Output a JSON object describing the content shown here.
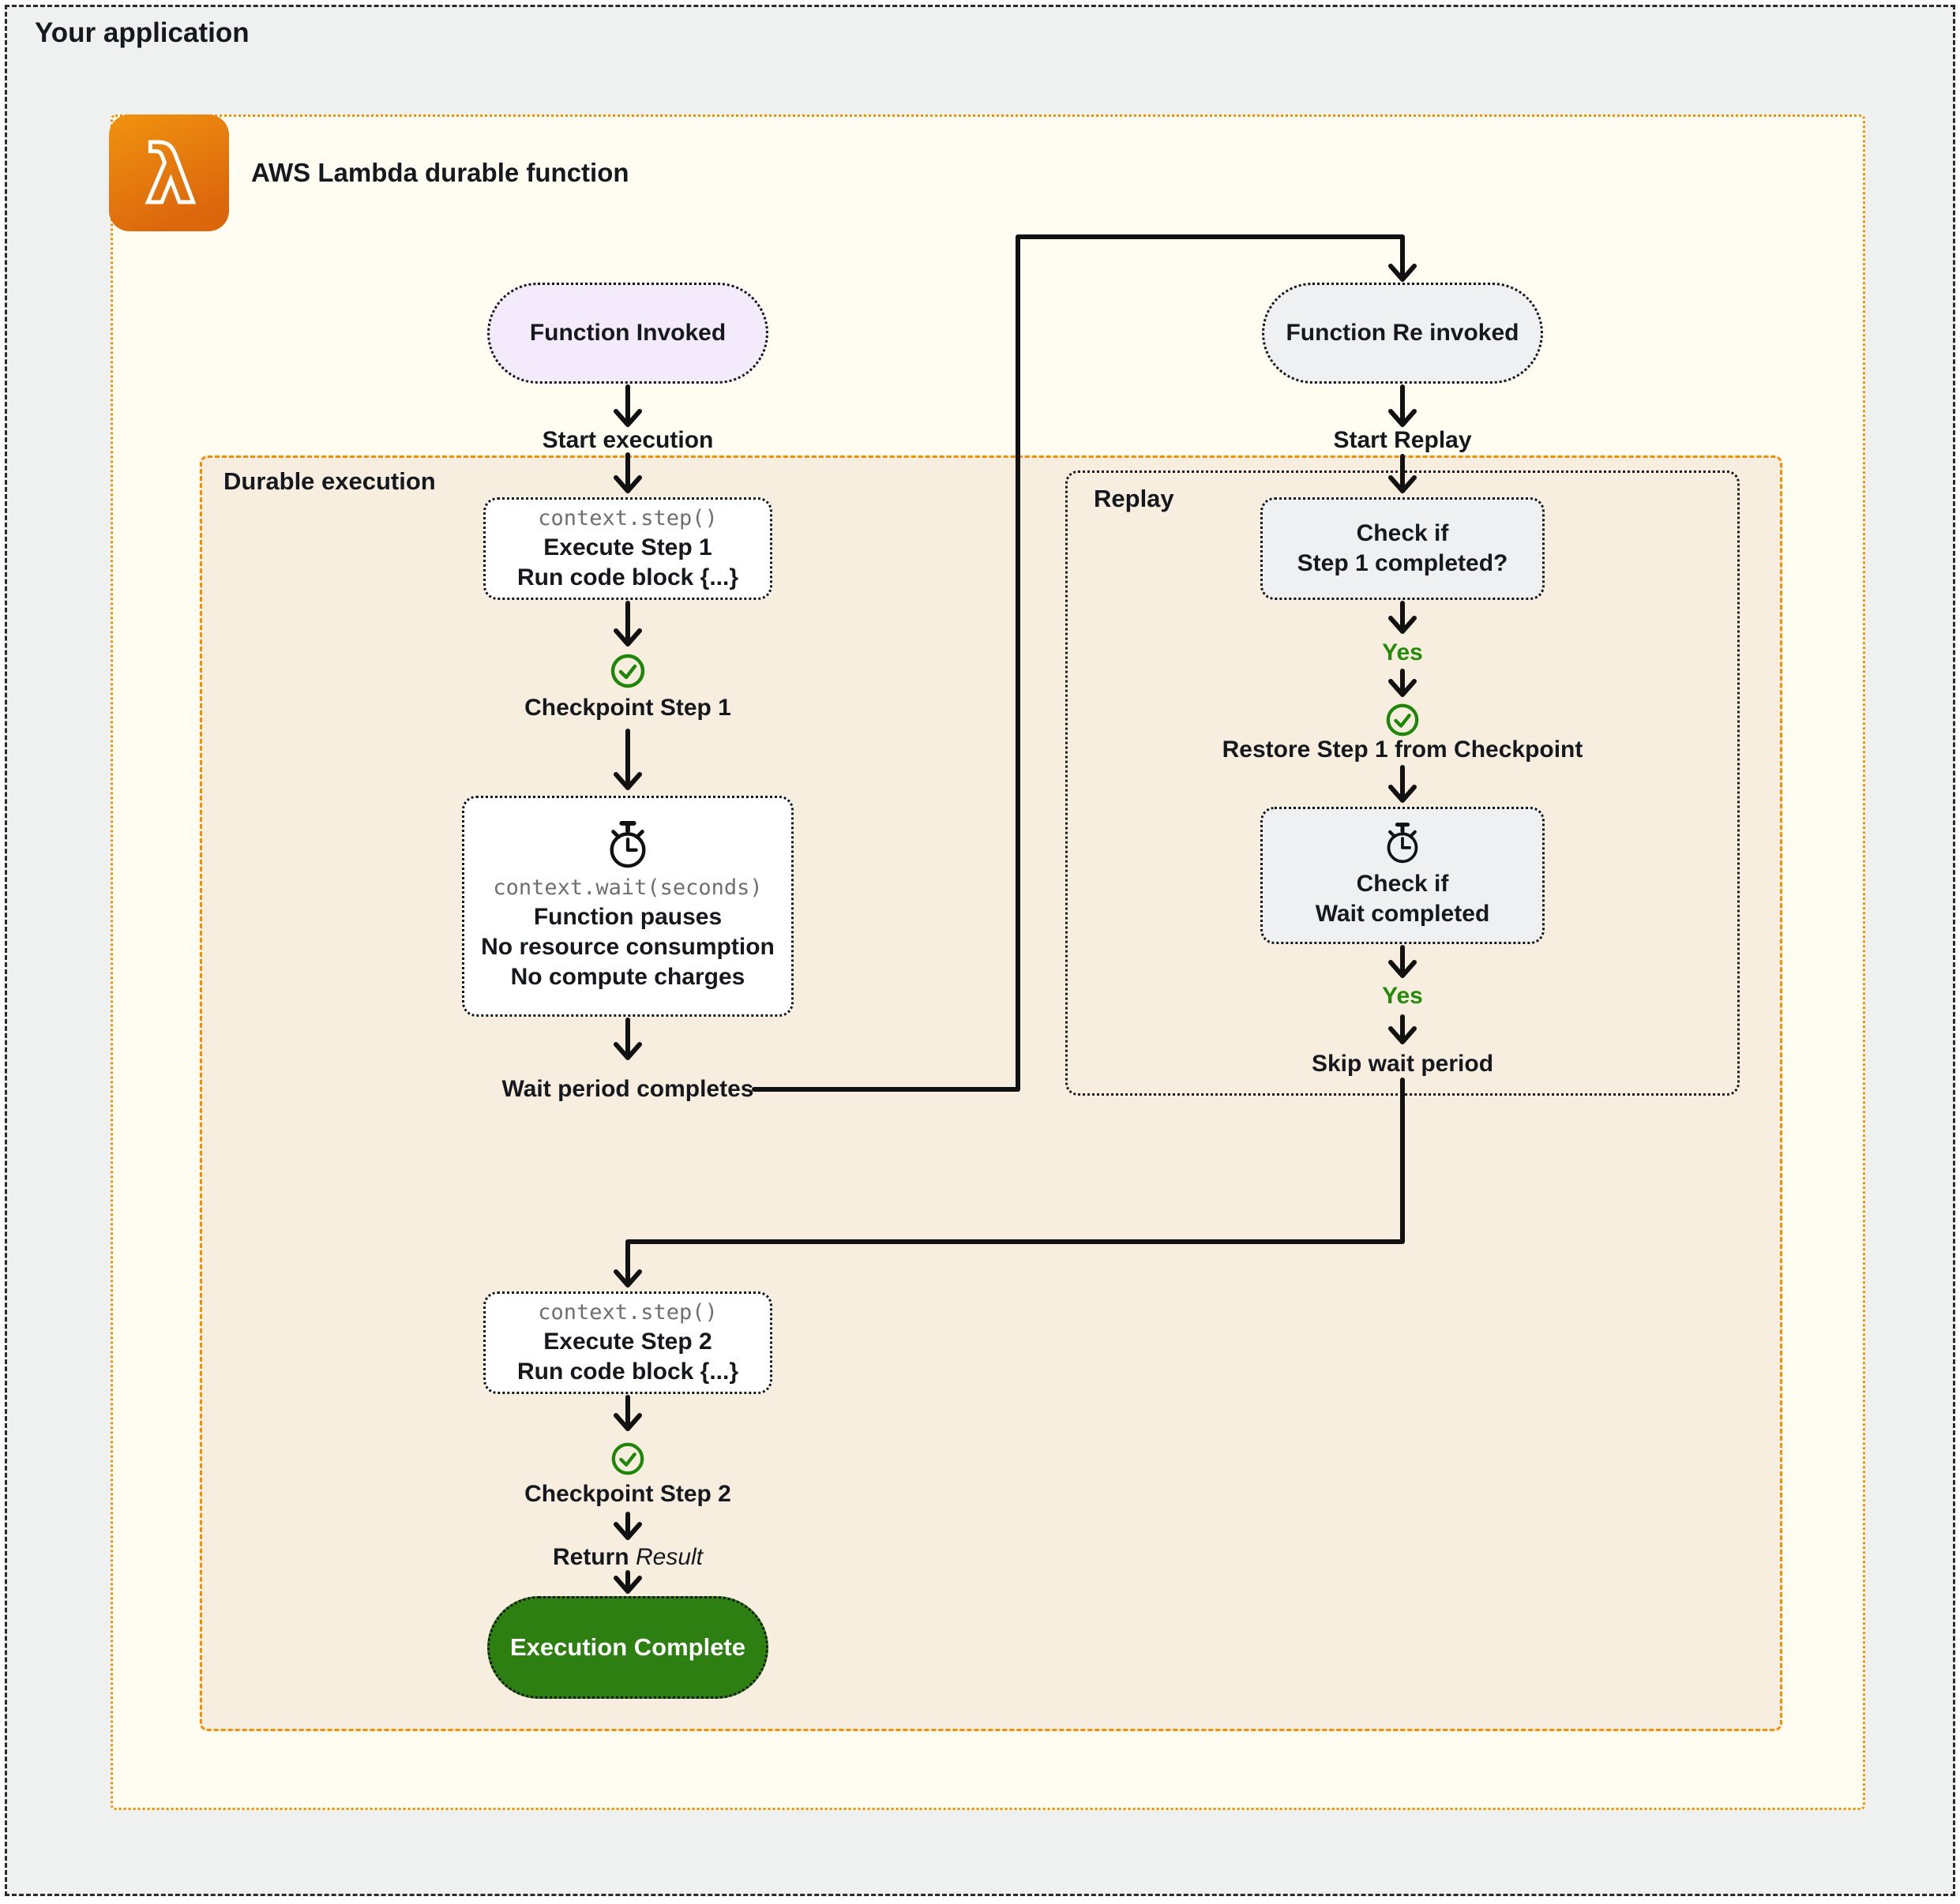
{
  "app": {
    "label": "Your application",
    "lambda_title": "AWS Lambda durable function"
  },
  "sections": {
    "durable": "Durable execution",
    "replay": "Replay"
  },
  "left_flow": {
    "function_invoked": "Function Invoked",
    "start_execution": "Start execution",
    "step1": {
      "code": "context.step()",
      "line1": "Execute Step 1",
      "line2": "Run code block {...}"
    },
    "checkpoint1": "Checkpoint Step 1",
    "wait": {
      "code": "context.wait(seconds)",
      "line1": "Function pauses",
      "line2": "No resource consumption",
      "line3": "No compute charges"
    },
    "wait_completes": "Wait period completes"
  },
  "replay_flow": {
    "function_reinvoked": "Function Re invoked",
    "start_replay": "Start Replay",
    "check_step1": {
      "line1": "Check if",
      "line2": "Step 1 completed?"
    },
    "yes1": "Yes",
    "restore": "Restore Step 1 from Checkpoint",
    "check_wait": {
      "line1": "Check if",
      "line2": "Wait completed"
    },
    "yes2": "Yes",
    "skip_wait": "Skip wait period"
  },
  "final_flow": {
    "step2": {
      "code": "context.step()",
      "line1": "Execute Step 2",
      "line2": "Run code block {...}"
    },
    "checkpoint2": "Checkpoint Step 2",
    "return_bold": "Return",
    "return_italic": "Result",
    "execution_complete": "Execution Complete"
  },
  "icons": {
    "lambda_glyph": "λ",
    "lambda_icon": "aws-lambda-icon",
    "checkpoint_icon": "check-circle-icon",
    "stopwatch_icon": "stopwatch-icon"
  },
  "colors": {
    "canvas_gray": "#EFF1F1",
    "cream": "#FFFCF2",
    "tan": "#F8EEDF",
    "lavender": "#F3EAFB",
    "node_gray": "#EFF0F2",
    "green": "#2C7F10",
    "check_green": "#1E8709",
    "yes_green": "#268A0D",
    "orange_border": "#F19004",
    "lambda_from": "#F0930F",
    "lambda_to": "#DC660C",
    "text": "#15191E",
    "code_gray": "#6F6F6F",
    "arrow": "#111111"
  }
}
